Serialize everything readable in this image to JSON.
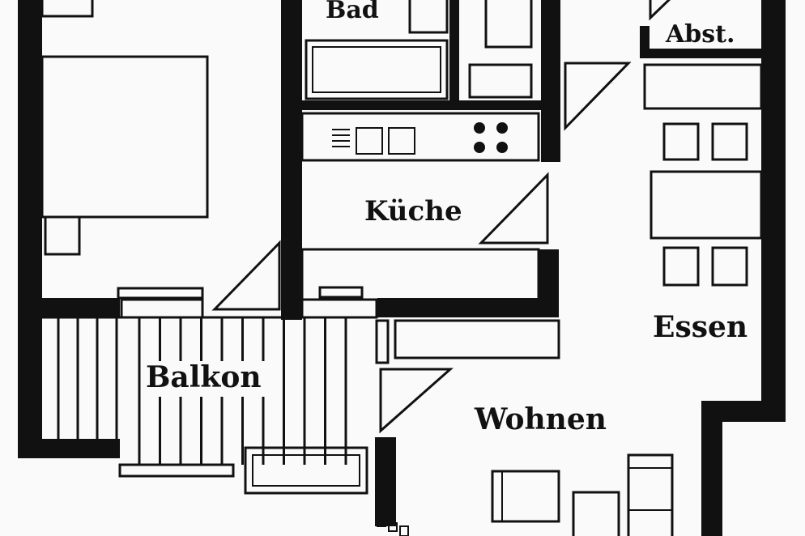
{
  "rooms": {
    "bad": "Bad",
    "abst": "Abst.",
    "kueche": "Küche",
    "essen": "Essen",
    "balkon": "Balkon",
    "wohnen": "Wohnen"
  },
  "colors": {
    "wall": "#111111",
    "paper": "#fafafa"
  }
}
